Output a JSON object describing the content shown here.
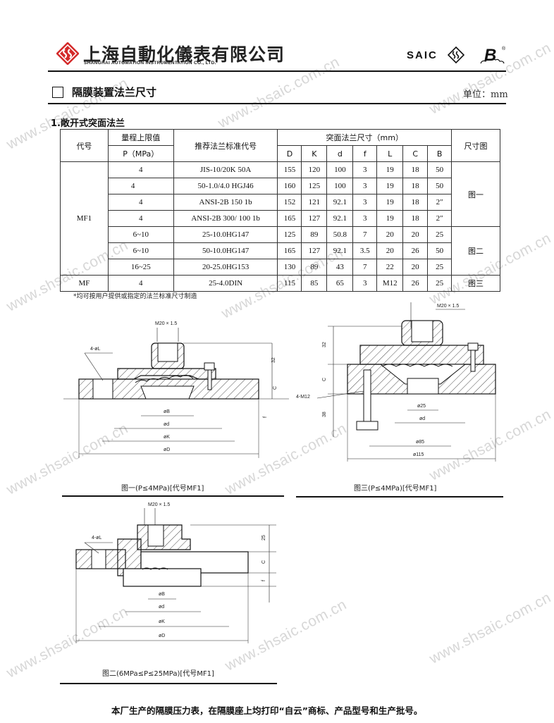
{
  "header": {
    "company_cn": "上海自動化儀表有限公司",
    "company_en": "SHANGHAI AUTOMATION INSTRUMENTATION CO., LTD.",
    "brand": "SAIC",
    "trademark_letter": "B",
    "registered_mark": "®"
  },
  "section": {
    "title": "隔膜装置法兰尺寸",
    "unit": "单位：mm",
    "subsection": "1.敞开式突面法兰"
  },
  "table": {
    "headers": {
      "code": "代号",
      "range_line1": "量程上限值",
      "range_line2": "P（MPa）",
      "standard": "推荐法兰标准代号",
      "dims_group": "突面法兰尺寸（mm）",
      "figure": "尺寸图",
      "dims": [
        "D",
        "K",
        "d",
        "f",
        "L",
        "C",
        "B"
      ]
    },
    "rows": [
      {
        "code": "MF1",
        "p": "4",
        "std": "JIS-10/20K 50A",
        "D": "155",
        "K": "120",
        "d": "100",
        "f": "3",
        "L": "19",
        "C": "18",
        "B": "50",
        "fig": "图一"
      },
      {
        "code": "",
        "p": "4",
        "std": "50-1.0/4.0 HGJ46",
        "D": "160",
        "K": "125",
        "d": "100",
        "f": "3",
        "L": "19",
        "C": "18",
        "B": "50",
        "fig": ""
      },
      {
        "code": "",
        "p": "4",
        "std": "ANSI-2B 150 1b",
        "D": "152",
        "K": "121",
        "d": "92.1",
        "f": "3",
        "L": "19",
        "C": "18",
        "B": "2″",
        "fig": ""
      },
      {
        "code": "",
        "p": "4",
        "std": "ANSI-2B 300/ 100 1b",
        "D": "165",
        "K": "127",
        "d": "92.1",
        "f": "3",
        "L": "19",
        "C": "18",
        "B": "2″",
        "fig": ""
      },
      {
        "code": "",
        "p": "6~10",
        "std": "25-10.0HG147",
        "D": "125",
        "K": "89",
        "d": "50.8",
        "f": "7",
        "L": "20",
        "C": "20",
        "B": "25",
        "fig": "图二"
      },
      {
        "code": "",
        "p": "6~10",
        "std": "50-10.0HG147",
        "D": "165",
        "K": "127",
        "d": "92.1",
        "f": "3.5",
        "L": "20",
        "C": "26",
        "B": "50",
        "fig": ""
      },
      {
        "code": "",
        "p": "16~25",
        "std": "20-25.0HG153",
        "D": "130",
        "K": "89",
        "d": "43",
        "f": "7",
        "L": "22",
        "C": "20",
        "B": "25",
        "fig": ""
      },
      {
        "code": "MF",
        "p": "4",
        "std": "25-4.0DIN",
        "D": "115",
        "K": "85",
        "d": "65",
        "f": "3",
        "L": "M12",
        "C": "26",
        "B": "25",
        "fig": "图三"
      }
    ],
    "note": "*均可按用户提供或指定的法兰标准尺寸制造"
  },
  "figures": {
    "fig1": {
      "caption": "图一(P≤4MPa)[代号MF1]",
      "labels": {
        "thread": "M20 × 1.5",
        "holes": "4-øL",
        "h32": "32",
        "C": "C",
        "f": "f",
        "B": "øB",
        "d": "ød",
        "K": "øK",
        "D": "øD"
      }
    },
    "fig3": {
      "caption": "图三(P≤4MPa)[代号MF1]",
      "labels": {
        "thread": "M20 × 1.5",
        "bolts": "4-M12",
        "h32": "32",
        "C": "C",
        "h38": "38",
        "d25": "ø25",
        "d": "ød",
        "d85": "ø85",
        "d115": "ø115"
      }
    },
    "fig2": {
      "caption": "图二(6MPa≤P≤25MPa)[代号MF1]",
      "labels": {
        "thread": "M20 × 1.5",
        "holes": "4-øL",
        "h25": "25",
        "C": "C",
        "f": "f",
        "B": "øB",
        "d": "ød",
        "K": "øK",
        "D": "øD"
      }
    }
  },
  "footer": {
    "text": "本厂生产的隔膜压力表，在隔膜座上均打印“自云”商标、产品型号和生产批号。"
  },
  "watermark": "www.shsaic.com.cn",
  "colors": {
    "ink": "#111111",
    "watermark": "#d7d7d7",
    "logo_red": "#d42a2a"
  }
}
